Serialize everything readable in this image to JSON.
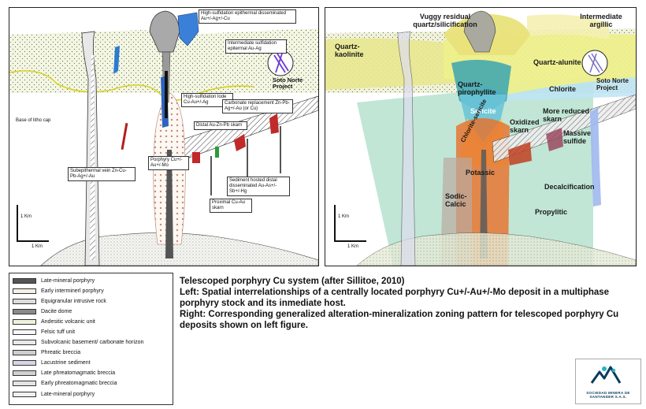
{
  "left_diagram": {
    "labels": {
      "high_sulf_epithermal": "High-sulfidation epithermal disseminated Au+/-Ag+/-Cu",
      "intermediate_sulf": "Intermediate sulfidation epitermal Au-Ag",
      "soto_norte": "Soto Norte Project",
      "high_sulf_lode": "High-sulfidation lode Cu-Au+/-Ag",
      "carbonate_replacement": "Carbonate replacement Zn-Pb-Ag+/-Au (or Cu)",
      "base_litho_cap": "Base of litho cap",
      "distal_skarn": "Distal Au-Zn-Pb skarn",
      "porphyry": "Porphyry Cu+/-Au+/-Mo",
      "subepithermal_vein": "Subepithermal vein Zn-Cu-Pb-Ag+/-Au",
      "sediment_hosted": "Sediment hosted distal disseminated Au-As+/-Sb+/-Hg",
      "proximal_skarn": "Proximal Cu-Au skarn",
      "scale_vertical": "1 Km",
      "scale_horizontal": "1 Km"
    }
  },
  "right_diagram": {
    "labels": {
      "vuggy": "Vuggy residual quartz/silicification",
      "intermediate_argillic": "Intermediate argillic",
      "quartz_kaolinite": "Quartz-kaolinite",
      "quartz_alunite": "Quartz-alunite",
      "soto_norte": "Soto Norte Project",
      "quartz_pyrophyllite": "Quartz-pirophyllite",
      "chlorite": "Chlorite",
      "sericite": "Sericite",
      "more_reduced_skarn": "More reduced skarn",
      "oxidized_skarn": "Oxidized skarn",
      "chlorite_sericite": "Chlorite-sericite",
      "massive_sulfide": "Massive sulfide",
      "potassic": "Potassic",
      "decalcification": "Decalcification",
      "sodic_calcic": "Sodic-Calcic",
      "propylitic": "Propylitic",
      "scale_vertical": "1 Km",
      "scale_horizontal": "1 Km"
    }
  },
  "legend": [
    {
      "label": "Late-mineral porphyry",
      "fill": "#555555"
    },
    {
      "label": "Early interminerl porphyry",
      "fill": "#f4f0e6"
    },
    {
      "label": "Equigranular intrusive rock",
      "fill": "#dcdcdc"
    },
    {
      "label": "Dacite dome",
      "fill": "#8a8a8a"
    },
    {
      "label": "Andesitic volcanic unit",
      "fill": "#eef2dc"
    },
    {
      "label": "Felsic tuff unit",
      "fill": "#f7f7f7"
    },
    {
      "label": "Subvolcanic basement/ carbonate horizon",
      "fill": "#e8e8e8"
    },
    {
      "label": "Phreatic breccia",
      "fill": "#cfcfcf"
    },
    {
      "label": "Lacustrine sediment",
      "fill": "#d8d4e8"
    },
    {
      "label": "Late phreatomagmatic breccia",
      "fill": "#d0d0d0"
    },
    {
      "label": "Early phreatomagmatic breccia",
      "fill": "#e4e4e4"
    },
    {
      "label": "Late-mineral porphyry",
      "fill": "#f0f0f0"
    }
  ],
  "caption": {
    "line1": "Telescoped porphyry Cu system (after Sillitoe, 2010)",
    "line2": "Left: Spatial interrelationships of a centrally located porphyry Cu+/-Au+/-Mo deposit in a multiphase porphyry stock and its inmediate host.",
    "line3": "Right: Corresponding generalized alteration-mineralization zoning pattern for telescoped porphyry Cu deposits shown on left figure."
  },
  "logo": {
    "name": "mountain-logo",
    "text": "SOCIEDAD MINERA DE SANTANDER S.A.S."
  }
}
